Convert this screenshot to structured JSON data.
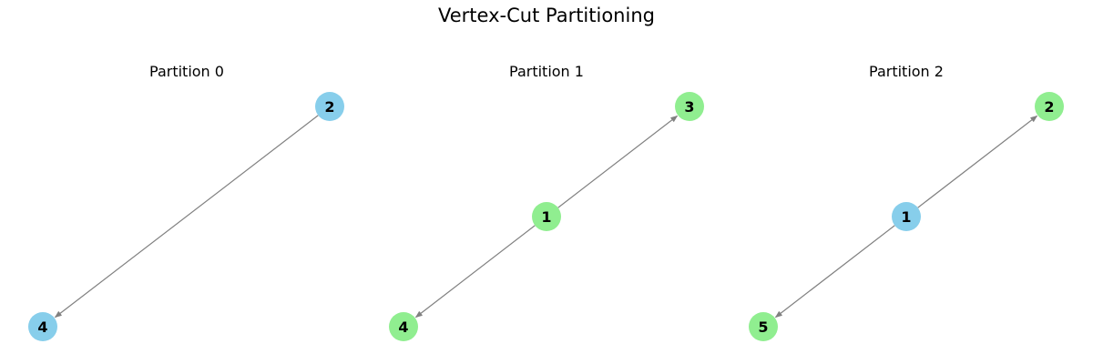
{
  "figure": {
    "title": "Vertex-Cut Partitioning"
  },
  "colors": {
    "blue_node": "#87CEEB",
    "green_node": "#90EE90",
    "edge": "#808080"
  },
  "partitions": [
    {
      "title": "Partition 0",
      "nodes": [
        {
          "id": "2",
          "label": "2",
          "color": "blue"
        },
        {
          "id": "4",
          "label": "4",
          "color": "blue"
        }
      ],
      "edges": [
        {
          "from": "2",
          "to": "4"
        }
      ]
    },
    {
      "title": "Partition 1",
      "nodes": [
        {
          "id": "3",
          "label": "3",
          "color": "green"
        },
        {
          "id": "1",
          "label": "1",
          "color": "green"
        },
        {
          "id": "4",
          "label": "4",
          "color": "green"
        }
      ],
      "edges": [
        {
          "from": "1",
          "to": "3"
        },
        {
          "from": "1",
          "to": "4"
        }
      ]
    },
    {
      "title": "Partition 2",
      "nodes": [
        {
          "id": "2",
          "label": "2",
          "color": "green"
        },
        {
          "id": "1",
          "label": "1",
          "color": "blue"
        },
        {
          "id": "5",
          "label": "5",
          "color": "green"
        }
      ],
      "edges": [
        {
          "from": "1",
          "to": "2"
        },
        {
          "from": "1",
          "to": "5"
        }
      ]
    }
  ]
}
